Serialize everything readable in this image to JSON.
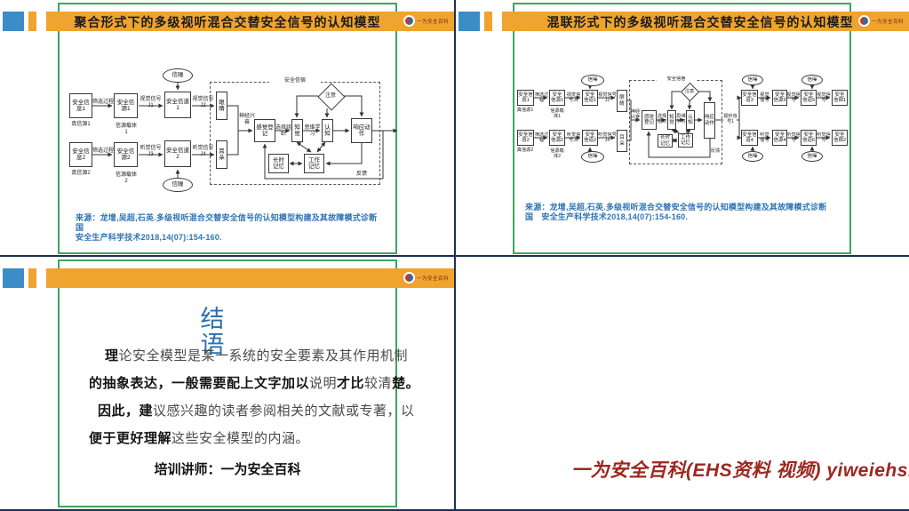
{
  "theme": {
    "orange": "#f0a32f",
    "blue_square": "#3b8dc8",
    "green_border": "#3aa860",
    "navy_divider": "#1e2f55",
    "source_blue": "#2e74b5",
    "heading_blue": "#2d6fb5",
    "watermark_red": "#9c2720"
  },
  "logo": {
    "label": "一为安全百科"
  },
  "slide1": {
    "title": "聚合形式下的多级视听混合交替安全信号的认知模型",
    "d": {
      "info1": "安全信息1",
      "filter": "筛选过程",
      "src1": "安全信源1",
      "carrier1": "信源载体1",
      "true1": "真信源1",
      "vsig1": "视觉信号J1",
      "ch1": "安全信道1",
      "vsig2": "视觉信号J2",
      "eye": "眼睛",
      "noise": "信噪",
      "info2": "安全信息2",
      "src2": "安全信源2",
      "carrier2": "信源载体2",
      "true2": "真信源2",
      "asig1": "听觉信号J3",
      "ch2": "安全信道2",
      "asig2": "听觉信号J4",
      "ear": "耳朵",
      "nerve": "神经兴奋",
      "sink": "安全信宿",
      "register": "感觉登记",
      "select": "选择组织",
      "percept": "知觉",
      "think": "思维学习",
      "cogn": "认知",
      "attn": "注意",
      "resp": "响应动作",
      "ltm": "长时记忆",
      "wm": "工作记忆",
      "fb": "反馈"
    },
    "source": {
      "l1": "来源：龙增,吴超,石英.多级视听混合交替安全信号的认知模型构建及其故障模式诊断",
      "l2": "国",
      "l3": "安全生产科学技术2018,14(07):154-160."
    }
  },
  "slide2": {
    "title": "混联形式下的多级视听混合交替安全信号的认知模型",
    "d": {
      "info1": "安全信息1",
      "filter": "筛选过程",
      "src1": "安全信源1",
      "carrier1": "信源载体1",
      "true1": "真信源1",
      "vsig1": "视觉信号J1",
      "ch1": "安全信道1",
      "vsig2": "视觉信号J2",
      "eye": "眼睛",
      "noise": "信噪",
      "info2": "安全信息2",
      "src2": "安全信源2",
      "carrier2": "信源载体2",
      "true2": "真信源2",
      "asig1": "听觉信号J3",
      "ch2": "安全信道2",
      "asig2": "听觉信号J4",
      "ear": "耳朵",
      "nerve": "神经兴奋",
      "sink": "安全信宿",
      "register": "感觉登记",
      "select": "选择组织",
      "percept": "知觉",
      "think": "思维学习",
      "cogn": "认知",
      "attn": "注意",
      "resp": "响应动作",
      "ltm": "长时记忆",
      "wm": "工作记忆",
      "fb": "反馈",
      "avsig": "视听信号1",
      "ch3": "安全信道3",
      "src3": "安全信源3",
      "ch5": "安全信道5",
      "sink1": "安全信宿1",
      "ch4": "安全信道4",
      "src4": "安全信源4",
      "ch6": "安全信道6",
      "sink2": "安全信宿2",
      "vsig": "视觉信号",
      "asig": "听觉信号"
    },
    "source": {
      "l1": "来源：龙增,吴超,石英.多级视听混合交替安全信号的认知模型构建及其故障模式诊断",
      "l2": "国　安全生产科学技术2018,14(07):154-160."
    }
  },
  "slide3": {
    "title": "结\n语",
    "body": {
      "l1b": "理",
      "l1r": "论安全模型是某一系统的安全要素及其作用机制",
      "l2b1": "的抽象表达，一般需要配上文字加以",
      "l2r1": "说明",
      "l2b2": "才比",
      "l2r2": "较清",
      "l2b3": "楚。",
      "l3b": "因此，建",
      "l3r": "议感兴趣的读者参阅相关的文献或专著，以",
      "l4b": "便于更好理解",
      "l4r": "这些安全模型的内涵。"
    },
    "trainer": "培训讲师：一为安全百科"
  },
  "watermark": {
    "text": "一为安全百科(EHS资料 视频) yiweiehs.cn"
  }
}
